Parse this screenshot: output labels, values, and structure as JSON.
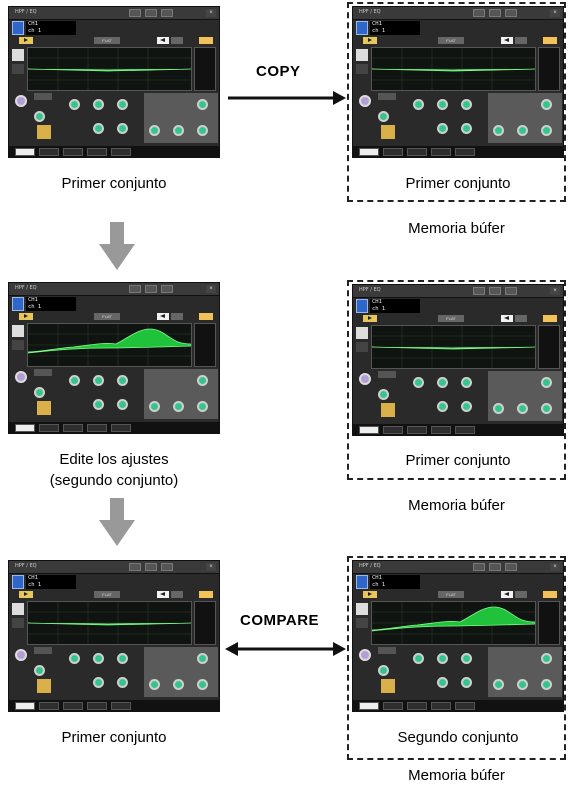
{
  "labels": {
    "copy": "COPY",
    "compare": "COMPARE",
    "set1": "Primer conjunto",
    "edit_line1": "Edite los ajustes",
    "edit_line2": "(segundo conjunto)",
    "set2": "Segundo conjunto",
    "buffer": "Memoria búfer"
  },
  "panel": {
    "title": "HPF / EQ",
    "channel": "CH1",
    "name": "ch 1",
    "flat": "FLAT",
    "close": "×"
  },
  "colors": {
    "eq_fill": "#1fc23a",
    "knob": "#36c48d",
    "arrow": "#999999"
  }
}
